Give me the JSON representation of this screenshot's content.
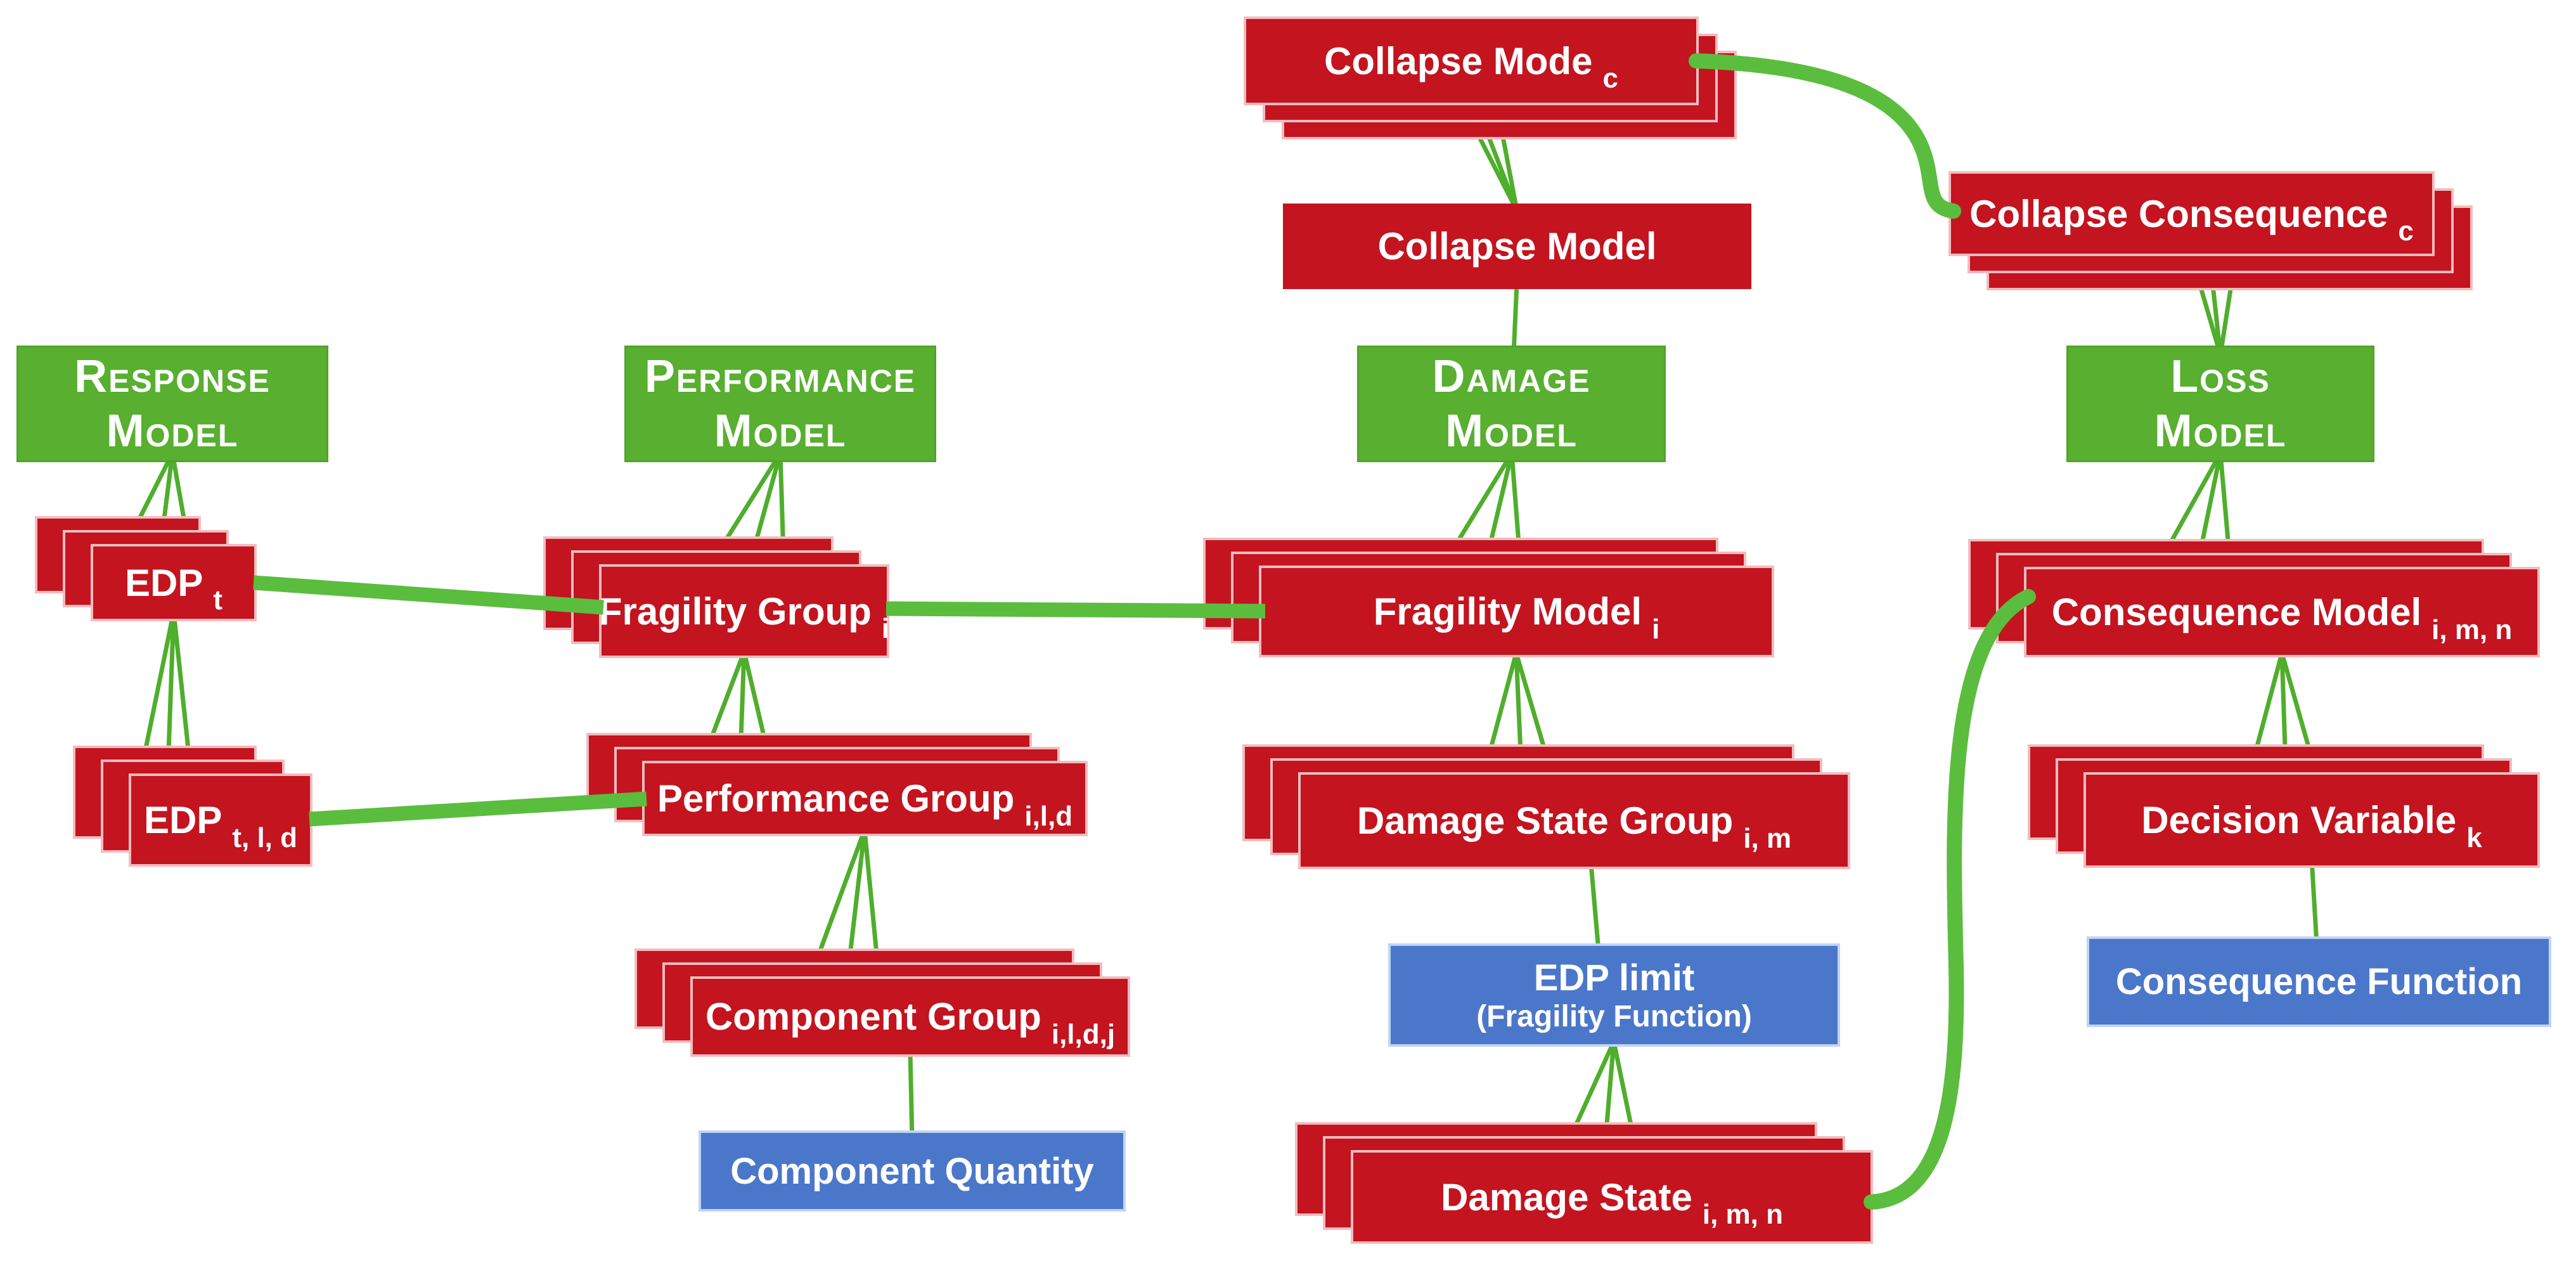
{
  "colors": {
    "red": "#C3141F",
    "green": "#58AF30",
    "blue": "#4B77CA",
    "connector_thin": "#4FAE2C",
    "connector_thick": "#5BBD3E"
  },
  "nodes": {
    "response_model": {
      "line1": "Response",
      "line2": "Model"
    },
    "performance_model": {
      "line1": "Performance",
      "line2": "Model"
    },
    "damage_model": {
      "line1": "Damage",
      "line2": "Model"
    },
    "loss_model": {
      "line1": "Loss",
      "line2": "Model"
    },
    "edp_t": {
      "label": "EDP",
      "sub": "t"
    },
    "edp_tld": {
      "label": "EDP",
      "sub": "t, l, d"
    },
    "fragility_group": {
      "label": "Fragility Group",
      "sub": "i"
    },
    "performance_group": {
      "label": "Performance Group",
      "sub": "i,l,d"
    },
    "component_group": {
      "label": "Component Group",
      "sub": "i,l,d,j"
    },
    "component_quantity": {
      "label": "Component Quantity"
    },
    "collapse_mode": {
      "label": "Collapse Mode",
      "sub": "c"
    },
    "collapse_model": {
      "label": "Collapse Model"
    },
    "fragility_model": {
      "label": "Fragility Model",
      "sub": "i"
    },
    "damage_state_group": {
      "label": "Damage State Group",
      "sub": "i, m"
    },
    "edp_limit": {
      "line1": "EDP limit",
      "line2": "(Fragility Function)"
    },
    "damage_state": {
      "label": "Damage State",
      "sub": "i, m, n"
    },
    "collapse_consequence": {
      "label": "Collapse Consequence",
      "sub": "c"
    },
    "consequence_model": {
      "label": "Consequence Model",
      "sub": "i, m, n"
    },
    "decision_variable": {
      "label": "Decision Variable",
      "sub": "k"
    },
    "consequence_function": {
      "label": "Consequence Function"
    }
  }
}
